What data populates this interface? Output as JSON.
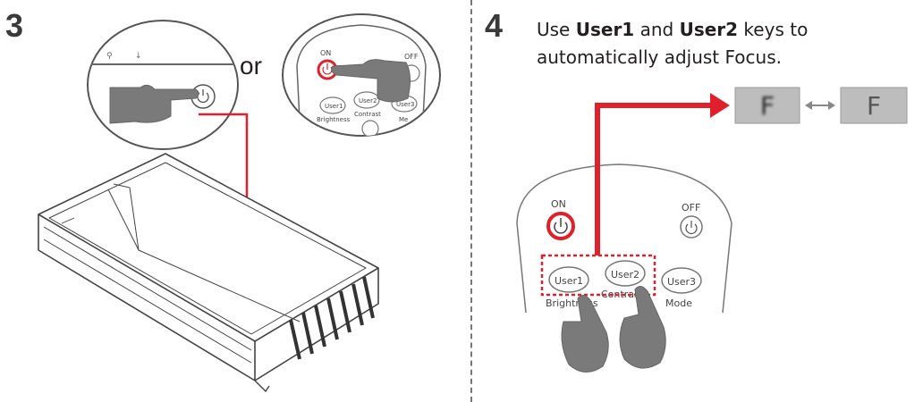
{
  "step3": {
    "number": "3",
    "or_label": "or",
    "remote": {
      "on_label": "ON",
      "off_label": "OFF",
      "user1_label": "User1",
      "user2_label": "User2",
      "user3_label": "User3",
      "brightness_label": "Brightness",
      "contrast_label": "Contrast",
      "mode_label": "Me"
    }
  },
  "step4": {
    "number": "4",
    "instruction": {
      "prefix": "Use ",
      "key1": "User1",
      "middle": " and ",
      "key2": "User2",
      "suffix": " keys to automatically adjust Focus."
    },
    "focus_blurred_letter": "F",
    "focus_sharp_letter": "F",
    "remote": {
      "on_label": "ON",
      "off_label": "OFF",
      "user1_label": "User1",
      "user2_label": "User2",
      "user3_label": "User3",
      "brightness_label": "Brightness",
      "contrast_label": "Contrast",
      "mode_label": "Mode"
    }
  },
  "colors": {
    "accent_red": "#e0202a",
    "hand_gray": "#7a7a7a",
    "outline": "#555555",
    "focus_box": "#bdbdbd"
  },
  "icons": [
    "power-icon",
    "hand-pointer-icon",
    "double-arrow-icon"
  ]
}
